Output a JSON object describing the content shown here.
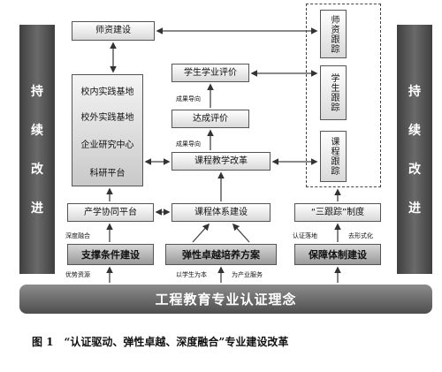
{
  "pillars": {
    "left": [
      "持",
      "续",
      "改",
      "进"
    ],
    "right": [
      "持",
      "续",
      "改",
      "进"
    ]
  },
  "boxes": {
    "teacher_building": "师资建设",
    "practice_base": [
      "校内实践基地",
      "校外实践基地",
      "企业研究中心",
      "科研平台"
    ],
    "student_eval": "学生学业评价",
    "achievement_eval": "达成评价",
    "curriculum_reform": "课程教学改革",
    "industry_platform": "产学协同平台",
    "course_system": "课程体系建设",
    "three_tracking": "“三跟踪”制度",
    "teacher_tracking": "师资跟踪",
    "student_tracking": "学生跟踪",
    "course_tracking": "课程跟踪"
  },
  "strips": {
    "support": "支撑条件建设",
    "training": "弹性卓越培养方案",
    "guarantee": "保障体制建设"
  },
  "labels": {
    "outcome_guide_1": "成果导向",
    "outcome_guide_2": "成果导向",
    "deep_integration": "深度融合",
    "quality_resources": "优势资源",
    "student_centered": "以学生为本",
    "industry_service": "为产业服务",
    "cert_landing": "认证落地",
    "anti_formalism": "去形式化"
  },
  "foundation": "工程教育专业认证理念",
  "caption": "图 1　“认证驱动、弹性卓越、深度融合”专业建设改革"
}
